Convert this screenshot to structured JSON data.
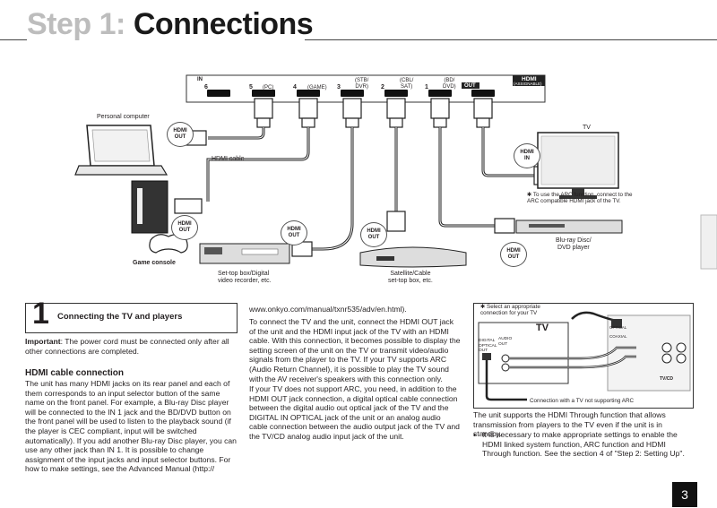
{
  "header": {
    "title_prefix": "Step 1:",
    "title_main": "Connections"
  },
  "diagram": {
    "panel": {
      "in_label": "IN",
      "ports": [
        {
          "number": "6",
          "sub": ""
        },
        {
          "number": "5",
          "sub": "(PC)"
        },
        {
          "number": "4",
          "sub": "(GAME)"
        },
        {
          "number": "3",
          "sub": "(STB/\nDVR)"
        },
        {
          "number": "2",
          "sub": "(CBL/\nSAT)"
        },
        {
          "number": "1",
          "sub": "(BD/\nDVD)"
        }
      ],
      "out_label": "OUT",
      "hdmi_label": "HDMI",
      "hdmi_sub": "(ASSIGNABLE)"
    },
    "device_personal_computer": "Personal computer",
    "hdmi_cable": "HDMI cable",
    "device_game_console": "Game console",
    "device_settop": "Set-top box/Digital\nvideo recorder, etc.",
    "device_satellite": "Satellite/Cable\nset-top box, etc.",
    "device_tv": "TV",
    "device_bluray": "Blu-ray Disc/\nDVD player",
    "arc_note": "✱ To use the ARC function, connect to the\nARC compatible HDMI jack of the TV.",
    "bubble_hdmi_out": "HDMI\nOUT",
    "bubble_hdmi_in": "HDMI\nIN"
  },
  "section": {
    "number": "1",
    "title": "Connecting the TV and players"
  },
  "col1": {
    "important_label": "Important",
    "important_text": ": The power cord must be connected only after all other connections are completed.",
    "subheading": "HDMI cable connection",
    "para": "The unit has many HDMI jacks on its rear panel and each of them corresponds to an input selector button of the same name on the front panel. For example, a Blu-ray Disc player will be connected to the IN 1 jack and the BD/DVD button on the front panel will be used to listen to the playback sound (if the player is CEC compliant, input will be switched automatically). If you add another Blu-ray Disc player, you can use any other jack than IN 1. It is possible to change assignment of the input jacks and input selector buttons. For how to make settings, see the Advanced Manual (http://"
  },
  "col2": {
    "url": "www.onkyo.com/manual/txnr535/adv/en.html).",
    "para1": "To connect the TV and the unit, connect the HDMI OUT jack of the unit and the HDMI input jack of the TV with an HDMI cable. With this connection, it becomes possible to display the setting screen of the unit on the TV or transmit video/audio signals from the player to the TV. If your TV supports ARC (Audio Return Channel), it is possible to play the TV sound with the AV receiver's speakers with this connection only.",
    "para2": "If your TV does not support ARC, you need, in addition to the HDMI OUT jack connection, a digital optical cable connection between the digital audio out optical jack of the TV and the DIGITAL IN OPTICAL jack of the unit or an analog audio cable connection between the audio output jack of the TV and the TV/CD analog audio input jack of the unit."
  },
  "col3": {
    "inset_note": "✱ Select an appropriate\nconnection for your TV",
    "inset_tv": "TV",
    "inset_digital": "DIGITAL\nOPTICAL\nOUT",
    "inset_audio": "AUDIO\nOUT",
    "inset_optical": "OPTICAL",
    "inset_coaxial": "COAXIAL",
    "inset_tvcd": "TV/CD",
    "inset_caption": "Connection with a TV not supporting ARC",
    "para": "The unit supports the HDMI Through function that allows transmission from players to the TV even if the unit is in standby.",
    "bullet": "It is necessary to make appropriate settings to enable the HDMI linked system function, ARC function and HDMI Through function. See the section 4 of \"Step 2: Setting Up\"."
  },
  "page_number": "3"
}
